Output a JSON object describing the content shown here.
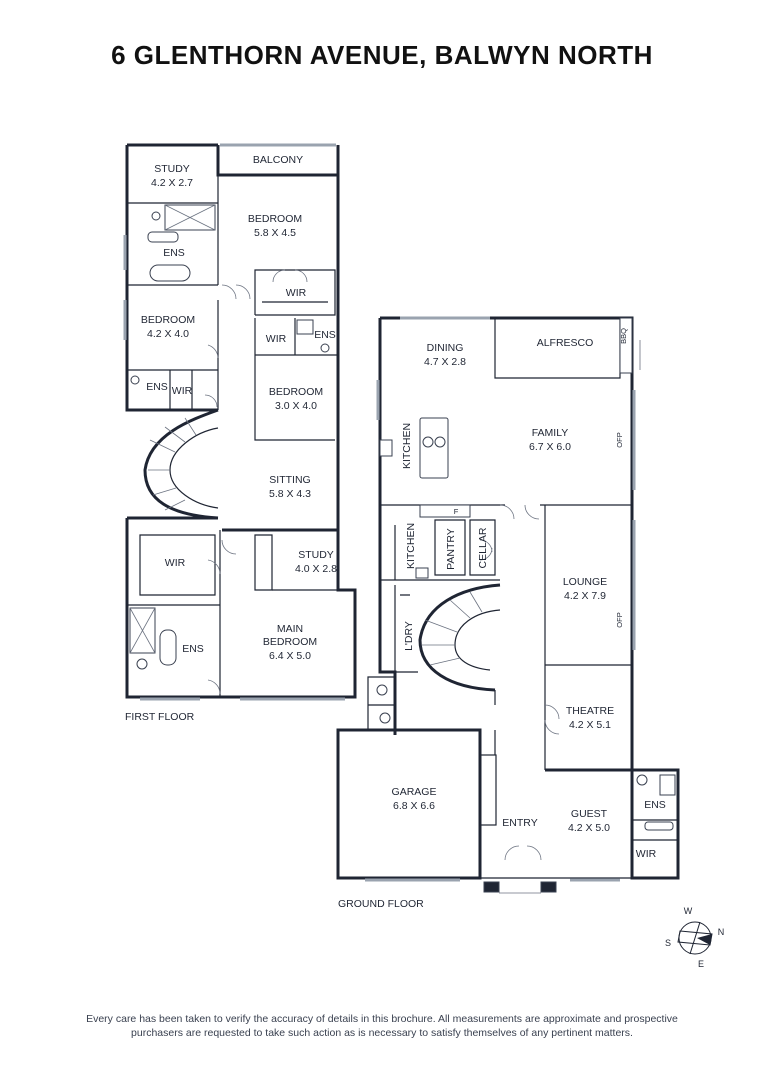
{
  "title": "6 GLENTHORN AVENUE, BALWYN NORTH",
  "floors": {
    "first": "FIRST FLOOR",
    "ground": "GROUND FLOOR"
  },
  "rooms": {
    "study1_name": "STUDY",
    "study1_dim": "4.2 X 2.7",
    "balcony": "BALCONY",
    "bed1_name": "BEDROOM",
    "bed1_dim": "5.8 X 4.5",
    "ens1": "ENS",
    "wir1": "WIR",
    "bed2_name": "BEDROOM",
    "bed2_dim": "4.2 X 4.0",
    "wir2": "WIR",
    "ens2": "ENS",
    "ens3": "ENS",
    "wir3": "WIR",
    "bed3_name": "BEDROOM",
    "bed3_dim": "3.0 X 4.0",
    "sitting_name": "SITTING",
    "sitting_dim": "5.8 X 4.3",
    "wir4": "WIR",
    "study2_name": "STUDY",
    "study2_dim": "4.0 X 2.8",
    "ens4": "ENS",
    "main_name1": "MAIN",
    "main_name2": "BEDROOM",
    "main_dim": "6.4 X 5.0",
    "dining_name": "DINING",
    "dining_dim": "4.7 X 2.8",
    "alfresco": "ALFRESCO",
    "bbq": "BBQ",
    "kitchen1": "KITCHEN",
    "family_name": "FAMILY",
    "family_dim": "6.7 X 6.0",
    "ofp1": "OFP",
    "fridge": "F",
    "kitchen2": "KITCHEN",
    "pantry": "PANTRY",
    "cellar": "CELLAR",
    "lounge_name": "LOUNGE",
    "lounge_dim": "4.2 X 7.9",
    "ofp2": "OFP",
    "ldry": "L'DRY",
    "theatre_name": "THEATRE",
    "theatre_dim": "4.2 X 5.1",
    "garage_name": "GARAGE",
    "garage_dim": "6.8 X 6.6",
    "entry": "ENTRY",
    "guest_name": "GUEST",
    "guest_dim": "4.2 X 5.0",
    "ens5": "ENS",
    "wir5": "WIR"
  },
  "compass": {
    "n": "N",
    "s": "S",
    "e": "E",
    "w": "W"
  },
  "disclaimer_line1": "Every care has been taken to verify the accuracy of details in this brochure. All measurements are approximate and prospective",
  "disclaimer_line2": "purchasers are requested to take such action as is necessary to satisfy themselves of any pertinent matters."
}
